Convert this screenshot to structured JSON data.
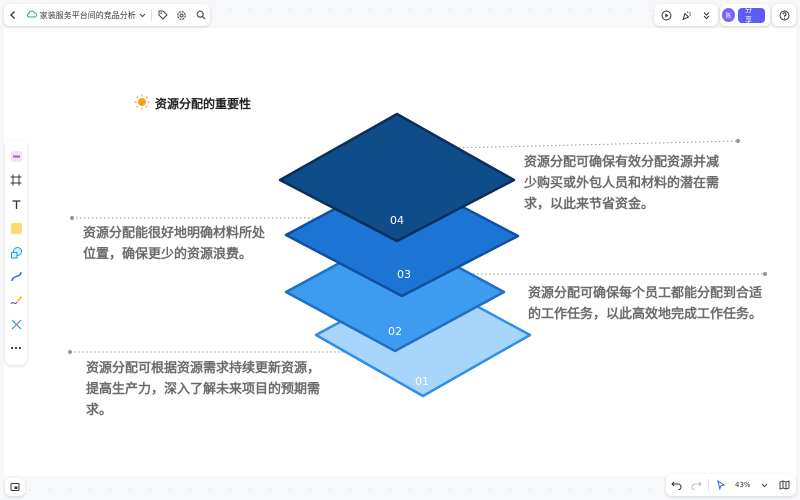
{
  "toolbar": {
    "doc_title": "家装服务平台间的竞品分析",
    "share_label": "分享",
    "avatar_text": "陈",
    "zoom_level": "43%"
  },
  "diagram": {
    "heading": "资源分配的重要性",
    "layers": [
      {
        "number": "01",
        "color": "#a8d5fb"
      },
      {
        "number": "02",
        "color": "#3d9cef"
      },
      {
        "number": "03",
        "color": "#1c74d4"
      },
      {
        "number": "04",
        "color": "#0e4c8a"
      }
    ],
    "descriptions": {
      "d1": [
        "资源分配可根据资源需求持续更新资源，",
        "提高生产力，深入了解未来项目的预期需",
        "求。"
      ],
      "d2": [
        "资源分配可确保每个员工都能分配到合适",
        "的工作任务，以此高效地完成工作任务。"
      ],
      "d3": [
        "资源分配能很好地明确材料所处",
        "位置，确保更少的资源浪费。"
      ],
      "d4": [
        "资源分配可确保有效分配资源并减",
        "少购买或外包人员和材料的潜在需",
        "求，以此来节省资金。"
      ]
    }
  }
}
